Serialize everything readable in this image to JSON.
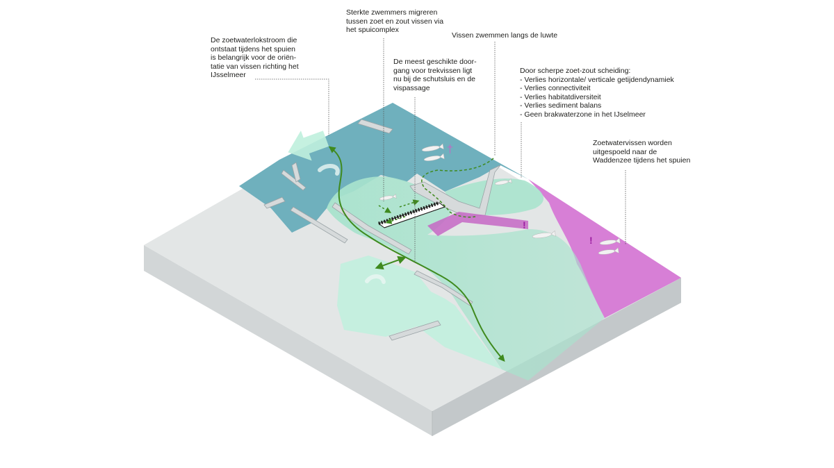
{
  "annotations": {
    "zoetwaterlokstroom": {
      "lines": [
        "De zoetwaterlokstroom die",
        "ontstaat tijdens het spuien",
        "is belangrijk voor de oriën-",
        "tatie van vissen richting het",
        "IJsselmeer"
      ]
    },
    "sterkte_zwemmers": {
      "lines": [
        "Sterkte zwemmers migreren",
        "tussen zoet en zout vissen via",
        "het spuicomplex"
      ]
    },
    "meest_geschikte_doorgang": {
      "lines": [
        "De meest geschikte door-",
        "gang voor trekvissen ligt",
        "nu bij de schutsluis en de",
        "vispassage"
      ]
    },
    "luwte": {
      "lines": [
        "Vissen zwemmen langs de luwte"
      ]
    },
    "scheiding": {
      "heading": "Door scherpe zoet-zout scheiding:",
      "items": [
        "- Verlies horizontale/ verticale getijdendynamiek",
        "- Verlies connectiviteit",
        "- Verlies habitatdiversiteit",
        "- Verlies sediment balans",
        "- Geen brakwaterzone in het IJselmeer"
      ]
    },
    "zoetwatervissen": {
      "lines": [
        "Zoetwatervissen worden",
        "uitgespoeld naar de",
        "Waddenzee tijdens het spuien"
      ]
    },
    "markers": {
      "cross": "†",
      "exclaim_1": "!",
      "exclaim_2": "!"
    }
  },
  "colors": {
    "background": "#ffffff",
    "land_top": "#e3e6e6",
    "slab_left": "#d2d6d7",
    "slab_right": "#c3c8ca",
    "freshwater_lake": "#6fb0bd",
    "freshwater_plume": "#a8e3cd",
    "saltwater": "#d77fd6",
    "flow_arrow": "#3f8a1e",
    "text": "#1d1d1b",
    "leader_line": "#555555"
  }
}
